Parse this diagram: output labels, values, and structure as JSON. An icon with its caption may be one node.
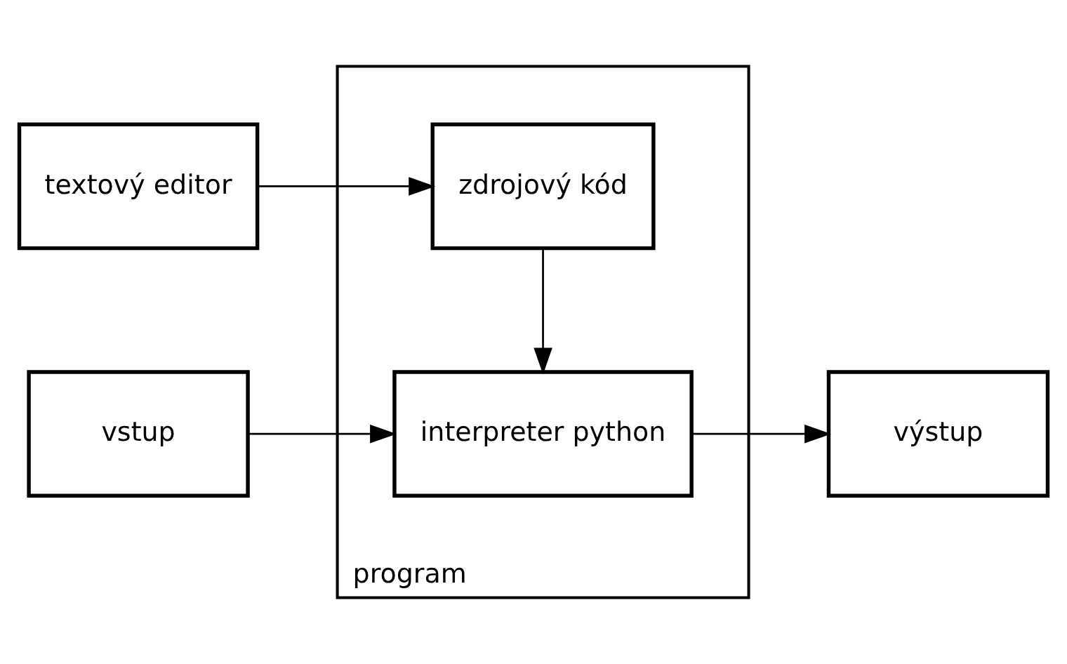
{
  "diagram": {
    "nodes": [
      {
        "text": [
          "textový editor"
        ]
      },
      {
        "text": [
          "program"
        ]
      },
      {
        "text": [
          "zdrojový kód"
        ],
        "in": 1
      },
      {
        "text": [
          "vstup"
        ]
      },
      {
        "text": [
          "interpreter python"
        ],
        "in": 1
      },
      {
        "text": [
          "výstup"
        ]
      }
    ],
    "edges": [
      {
        "from": 0,
        "to": 2,
        "arrow": "to"
      },
      {
        "from": 2,
        "to": 4,
        "arrow": "to"
      },
      {
        "from": 3,
        "to": 4,
        "arrow": "to"
      },
      {
        "from": 4,
        "to": 5,
        "arrow": "to"
      }
    ]
  }
}
